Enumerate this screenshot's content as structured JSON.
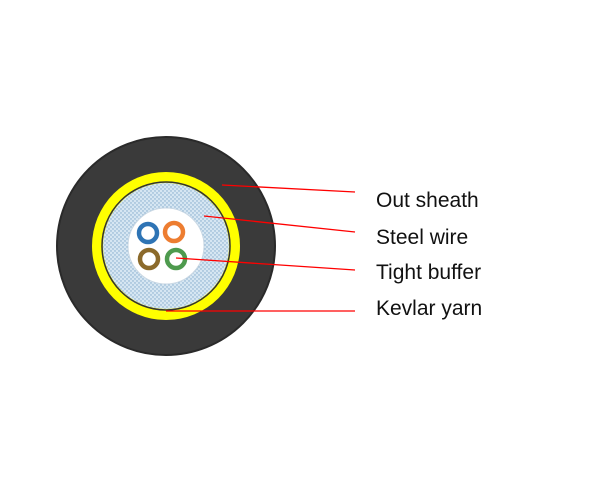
{
  "labels": {
    "out_sheath": "Out sheath",
    "steel_wire": "Steel wire",
    "tight_buffer": "Tight buffer",
    "kevlar_yarn": "Kevlar yarn"
  },
  "colors": {
    "out_sheath": "#3a3a3a",
    "steel_wire_band": "#ffff00",
    "kevlar_fill": "#d6e6f2",
    "core": "#ffffff",
    "fiber_blue": "#2e74b5",
    "fiber_orange": "#ed7d31",
    "fiber_brown": "#8b6a2b",
    "fiber_green": "#4e9a4e",
    "leader_line": "#ff0000"
  }
}
